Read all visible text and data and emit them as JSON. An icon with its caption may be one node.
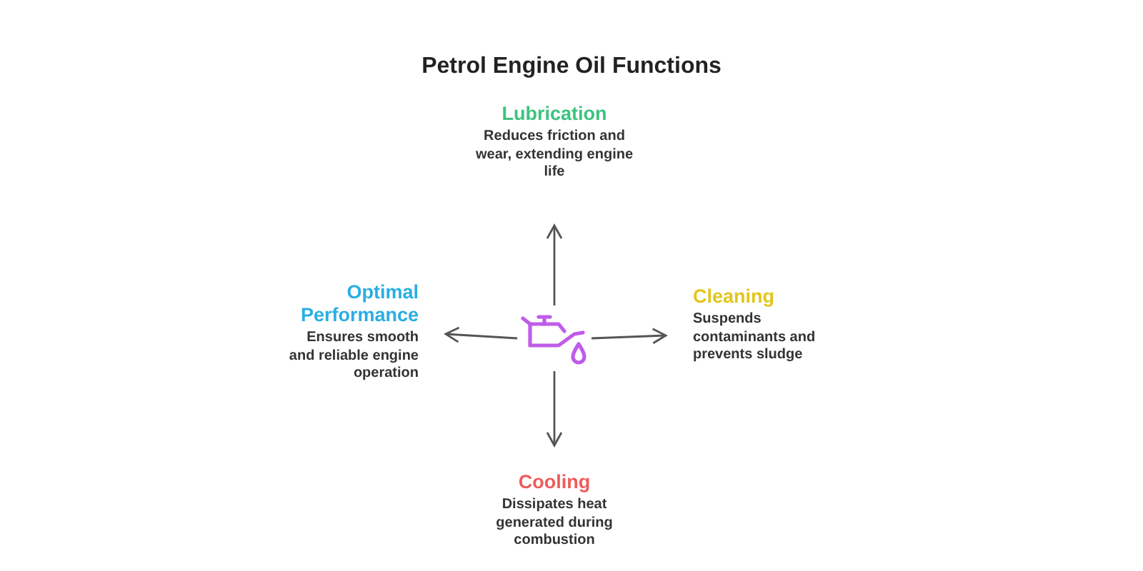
{
  "diagram": {
    "title": "Petrol Engine Oil Functions",
    "nodes": [
      {
        "text": [
          "Lubrication",
          "Reduces friction and wear, extending engine life"
        ]
      },
      {
        "text": [
          "Optimal Performance",
          "Ensures smooth and reliable engine operation"
        ]
      },
      {
        "text": [],
        "shape": "picture"
      },
      {
        "text": [
          "Cleaning",
          "Suspends contaminants and prevents sludge"
        ]
      },
      {
        "text": [
          "Cooling",
          "Dissipates heat generated during combustion"
        ]
      }
    ],
    "edges": [
      {
        "from": 2,
        "to": 0,
        "arrow": "to"
      },
      {
        "from": 2,
        "to": 1,
        "arrow": "to"
      },
      {
        "from": 2,
        "to": 3,
        "arrow": "to"
      },
      {
        "from": 2,
        "to": 4,
        "arrow": "to"
      }
    ]
  }
}
